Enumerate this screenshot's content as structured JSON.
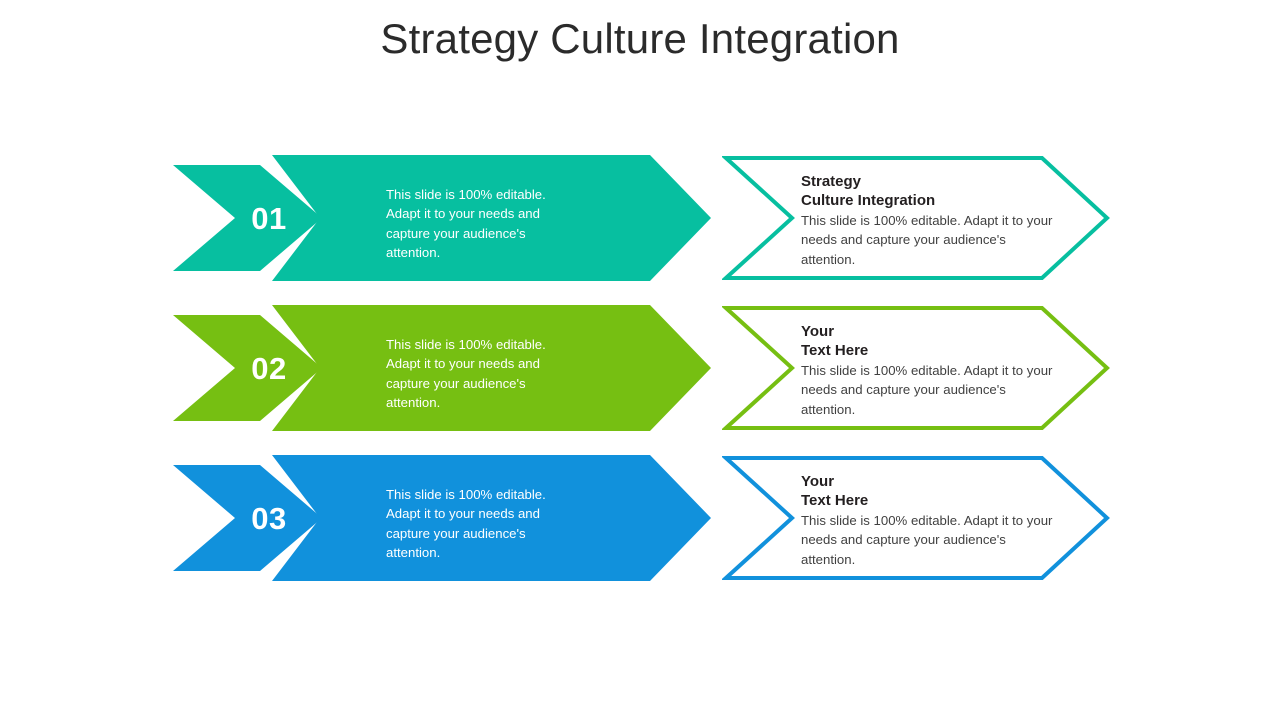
{
  "slide": {
    "title": "Strategy Culture Integration",
    "background_color": "#FFFFFF",
    "title_color": "#2B2B2B"
  },
  "rows": [
    {
      "number": "01",
      "color": "#07BFA0",
      "left_body": "This slide is 100% editable. Adapt it to your needs and capture your audience's attention.",
      "right_title": "Strategy\nCulture Integration",
      "right_body": "This slide is 100% editable. Adapt it to your needs and capture your audience's attention."
    },
    {
      "number": "02",
      "color": "#76BF12",
      "left_body": "This slide is 100% editable. Adapt it to your needs and capture your audience's attention.",
      "right_title": "Your\nText Here",
      "right_body": "This slide is 100% editable. Adapt it to your needs and capture your audience's attention."
    },
    {
      "number": "03",
      "color": "#1191DC",
      "left_body": "This slide is 100% editable. Adapt it to your needs and capture your audience's attention.",
      "right_title": "Your\nText Here",
      "right_body": "This slide is 100% editable. Adapt it to your needs and capture your audience's attention."
    }
  ]
}
